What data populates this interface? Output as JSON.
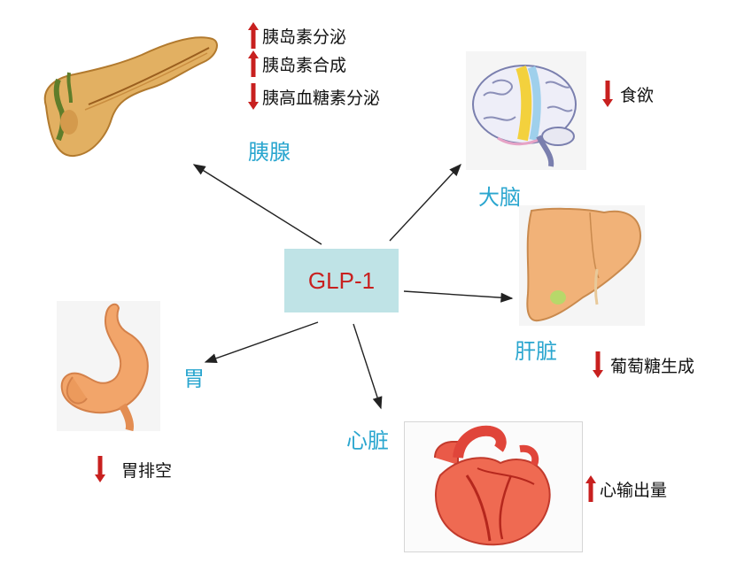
{
  "center": {
    "label": "GLP-1"
  },
  "organs": {
    "pancreas": {
      "label": "胰腺",
      "effects": [
        {
          "direction": "up",
          "text": "胰岛素分泌"
        },
        {
          "direction": "up",
          "text": "胰岛素合成"
        },
        {
          "direction": "down",
          "text": "胰高血糖素分泌"
        }
      ]
    },
    "brain": {
      "label": "大脑",
      "effects": [
        {
          "direction": "down",
          "text": "食欲"
        }
      ]
    },
    "liver": {
      "label": "肝脏",
      "effects": [
        {
          "direction": "down",
          "text": "葡萄糖生成"
        }
      ]
    },
    "stomach": {
      "label": "胃",
      "effects": [
        {
          "direction": "down",
          "text": "胃排空"
        }
      ]
    },
    "heart": {
      "label": "心脏",
      "effects": [
        {
          "direction": "up",
          "text": "心输出量"
        }
      ]
    }
  },
  "colors": {
    "label": "#2aa6cf",
    "arrow_up_down": "#c8201f",
    "center_box": "#bfe3e6",
    "center_text": "#c8201f"
  }
}
